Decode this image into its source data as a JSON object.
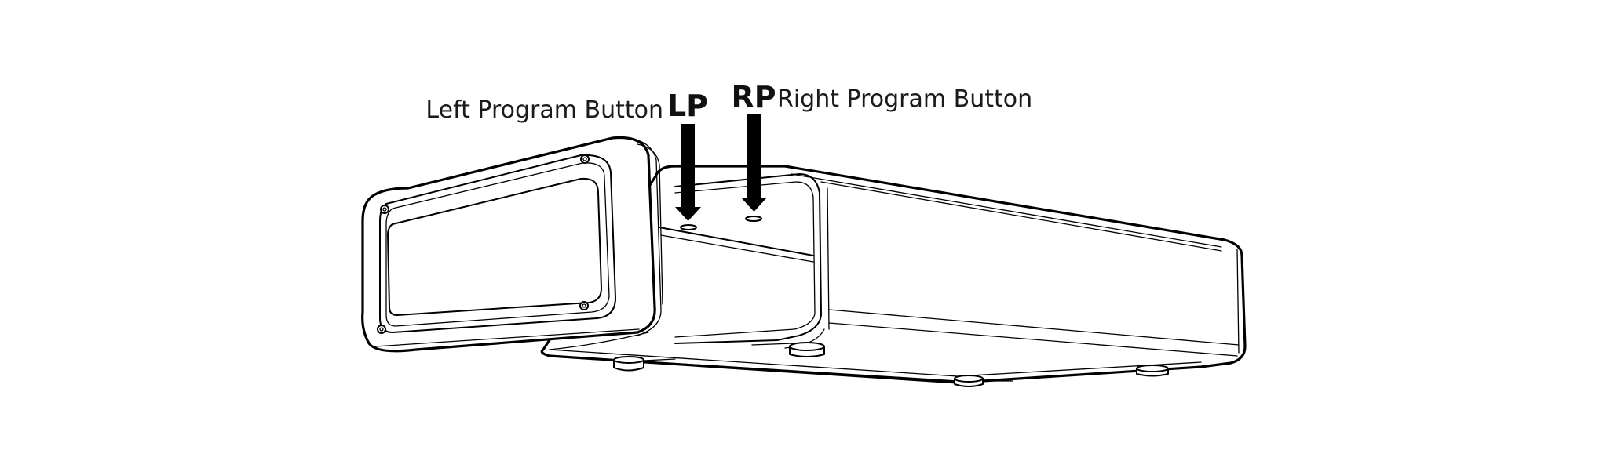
{
  "labels": {
    "left_button": "Left Program Button",
    "left_tag": "LP",
    "right_tag": "RP",
    "right_button": "Right Program Button"
  },
  "colors": {
    "line": "#000000",
    "background": "#ffffff",
    "text": "#1a1a1a"
  }
}
